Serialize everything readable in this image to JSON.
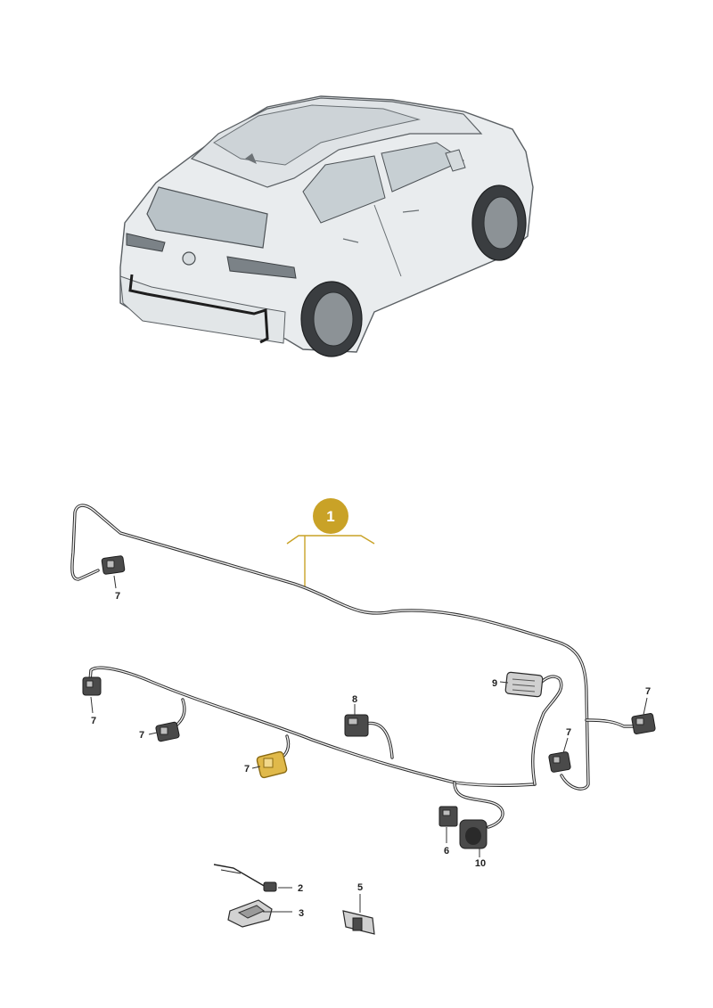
{
  "callout": {
    "main_number": "1",
    "accent_color": "#C9A227"
  },
  "labels": {
    "l7_top_left": "7",
    "l7_left": "7",
    "l7_mid_left": "7",
    "l7_highlight": "7",
    "l7_right_mid": "7",
    "l7_far_right": "7",
    "l8": "8",
    "l9": "9",
    "l6": "6",
    "l10": "10",
    "l2": "2",
    "l3": "3",
    "l5": "5"
  }
}
